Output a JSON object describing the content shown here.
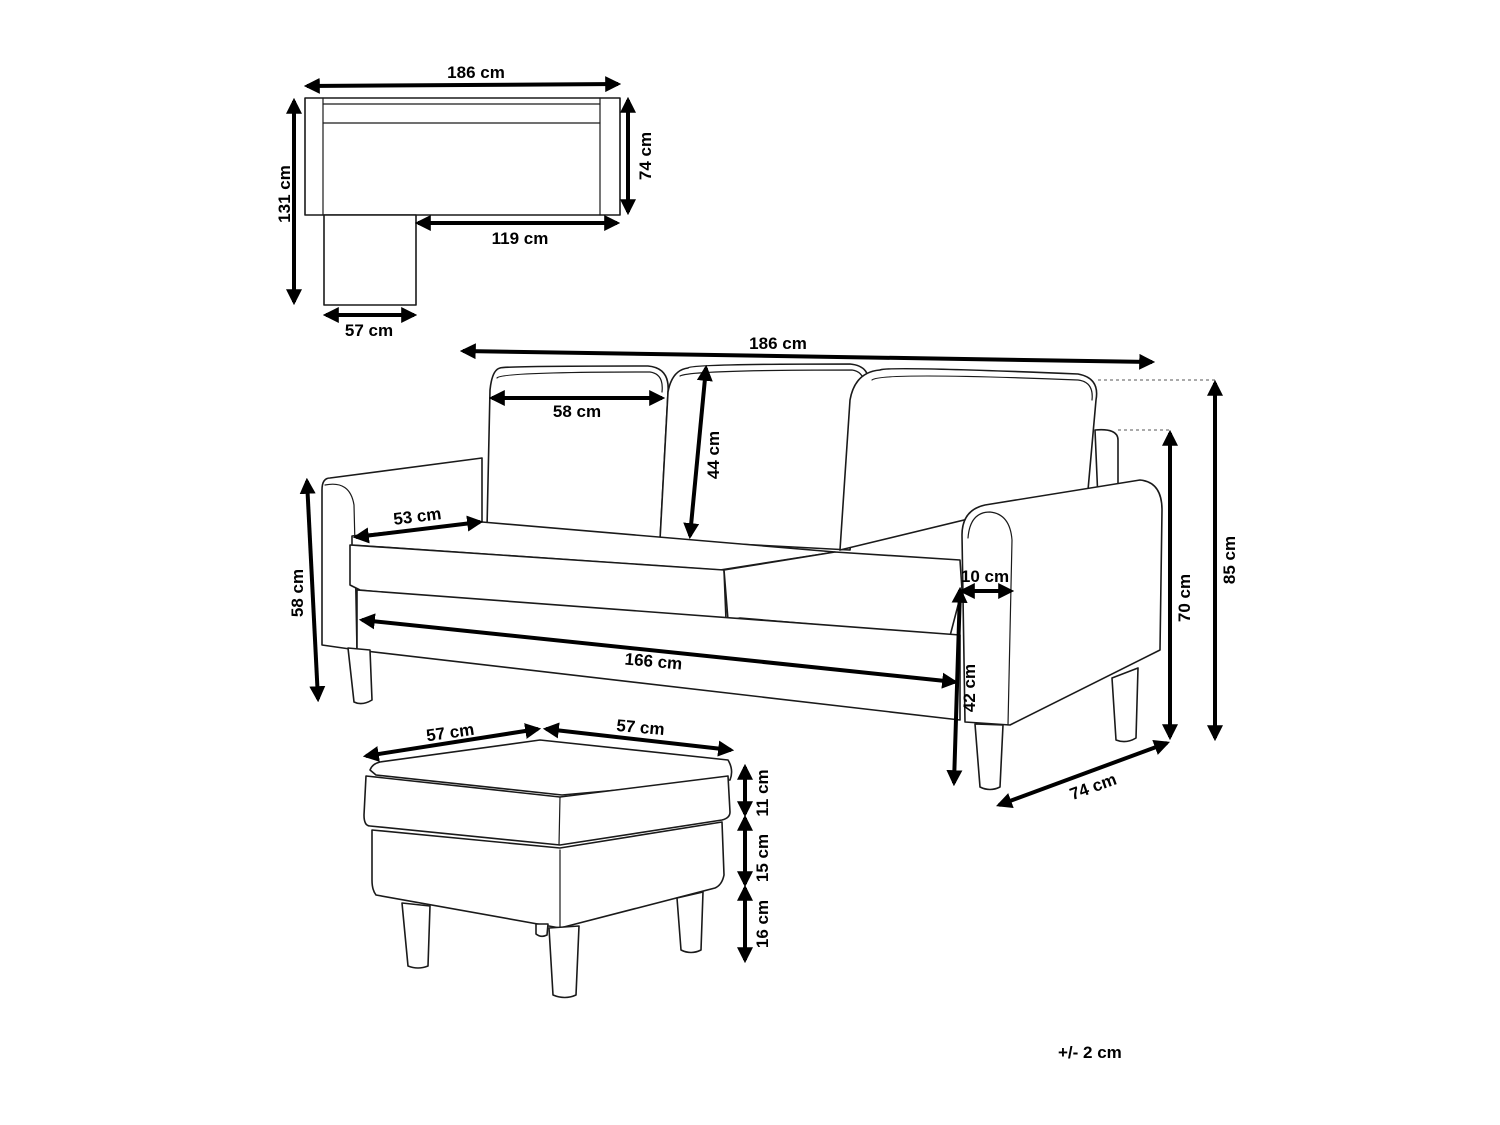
{
  "diagram": {
    "subject": "L-shaped sofa with ottoman, dimension drawing",
    "colors": {
      "line": "#1a1a1a",
      "arrow": "#000000",
      "background": "#ffffff",
      "dashed_guide": "#555555"
    }
  },
  "top_view": {
    "overall_width": "186 cm",
    "overall_depth": "131 cm",
    "sofa_depth": "74 cm",
    "open_side_width": "119 cm",
    "chaise_width": "57 cm"
  },
  "sofa_view": {
    "overall_width": "186 cm",
    "back_cushion_width": "58 cm",
    "back_cushion_height": "44 cm",
    "seat_depth": "53 cm",
    "armrest_height": "58 cm",
    "armrest_width": "10 cm",
    "seat_width": "166 cm",
    "seat_height": "42 cm",
    "arm_height_total": "70 cm",
    "overall_height": "85 cm",
    "depth": "74 cm"
  },
  "ottoman_view": {
    "width": "57 cm",
    "depth": "57 cm",
    "cushion_height": "11 cm",
    "base_height": "15 cm",
    "leg_height": "16 cm"
  },
  "footnote": {
    "tolerance": "+/- 2 cm"
  }
}
